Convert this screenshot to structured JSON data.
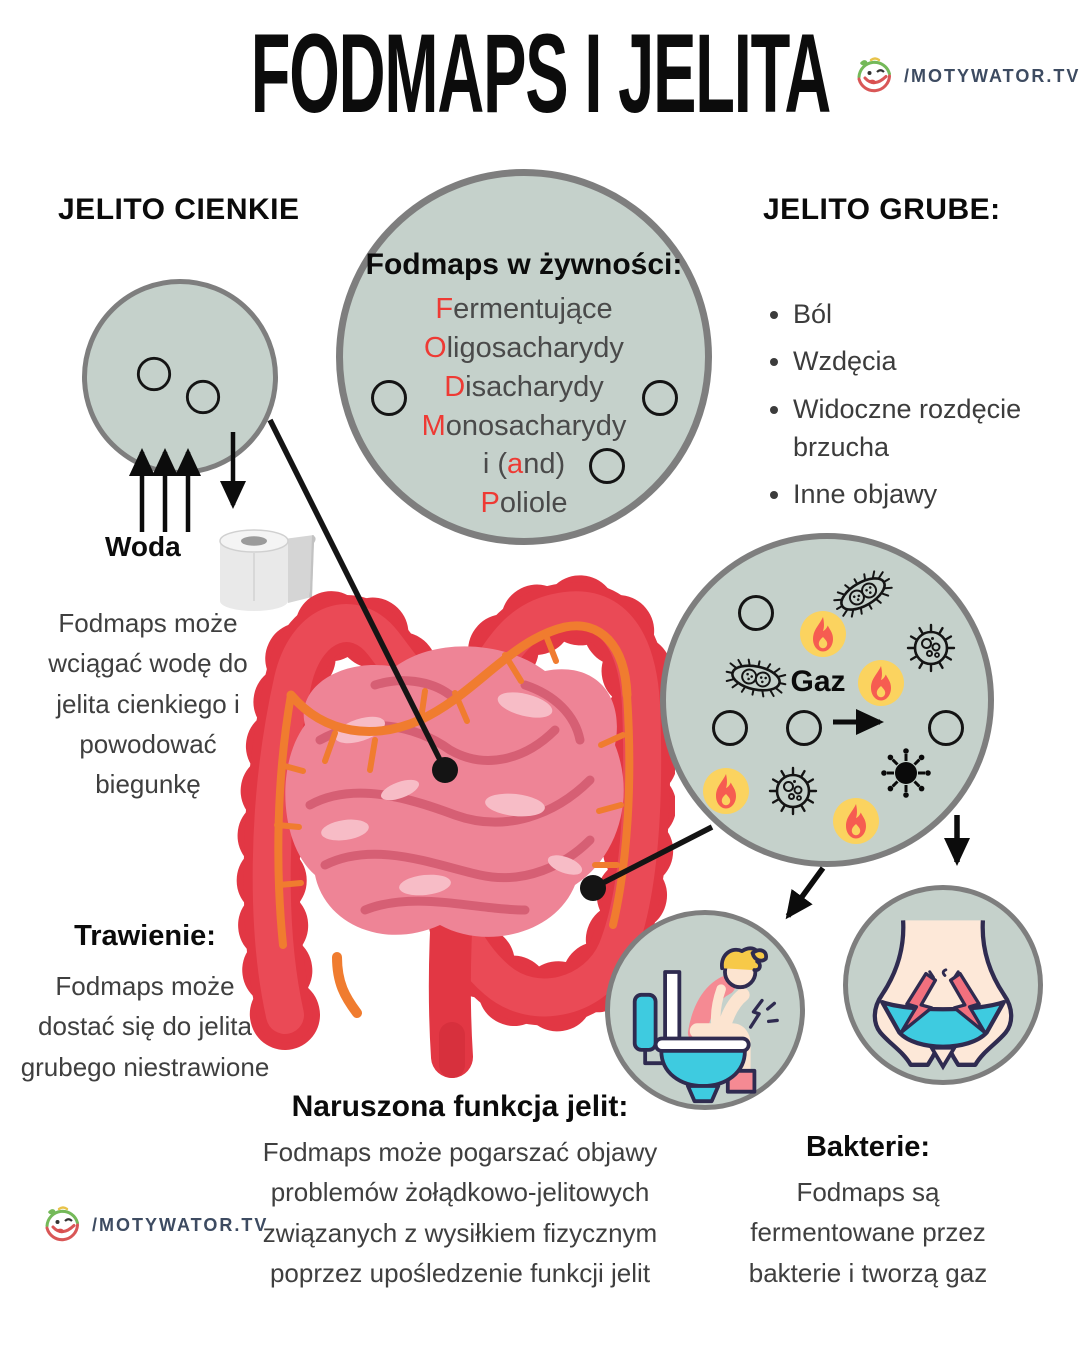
{
  "title": "FODMAPS I JELITA",
  "brand": {
    "handle": "/MOTYWATOR.TV"
  },
  "small_intestine": {
    "heading": "JELITO CIENKIE",
    "water_label": "Woda",
    "absorb_text": "Fodmaps może wciągać wodę do jelita cienkiego i powodować biegunkę",
    "digestion_heading": "Trawienie:",
    "digestion_text": "Fodmaps może dostać się do jelita grubego niestrawione"
  },
  "fodmap_circle": {
    "heading": "Fodmaps w żywności:",
    "lines": [
      {
        "pre": "",
        "red": "F",
        "rest": "ermentujące"
      },
      {
        "pre": "",
        "red": "O",
        "rest": "ligosacharydy"
      },
      {
        "pre": "",
        "red": "D",
        "rest": "isacharydy"
      },
      {
        "pre": "",
        "red": "M",
        "rest": "onosacharydy"
      },
      {
        "pre": "i (",
        "red": "a",
        "rest": "nd)"
      },
      {
        "pre": "",
        "red": "P",
        "rest": "oliole"
      }
    ]
  },
  "large_intestine": {
    "heading": "JELITO GRUBE:",
    "symptoms": [
      "Ból",
      "Wzdęcia",
      "Widoczne rozdęcie brzucha",
      "Inne objawy"
    ]
  },
  "gas_circle": {
    "label": "Gaz"
  },
  "impaired_function": {
    "heading": "Naruszona funkcja jelit:",
    "text": "Fodmaps może pogarszać objawy problemów żołądkowo-jelitowych związanych z wysiłkiem fizycznym poprzez upośledzenie funkcji jelit"
  },
  "bacteria_section": {
    "heading": "Bakterie:",
    "text": "Fodmaps są fermentowane przez bakterie i tworzą gaz"
  },
  "colors": {
    "circle_fill": "#c5d1cb",
    "circle_border": "#7e7e7e",
    "accent_red": "#ee3a34",
    "flame_red": "#f65c51",
    "flame_yellow": "#fbd35f",
    "intestine_red": "#e23744",
    "intestine_pink": "#ee8496",
    "vessel_orange": "#f07c2f",
    "cyan": "#3ecbe0",
    "logo_text": "#3d4b61"
  }
}
